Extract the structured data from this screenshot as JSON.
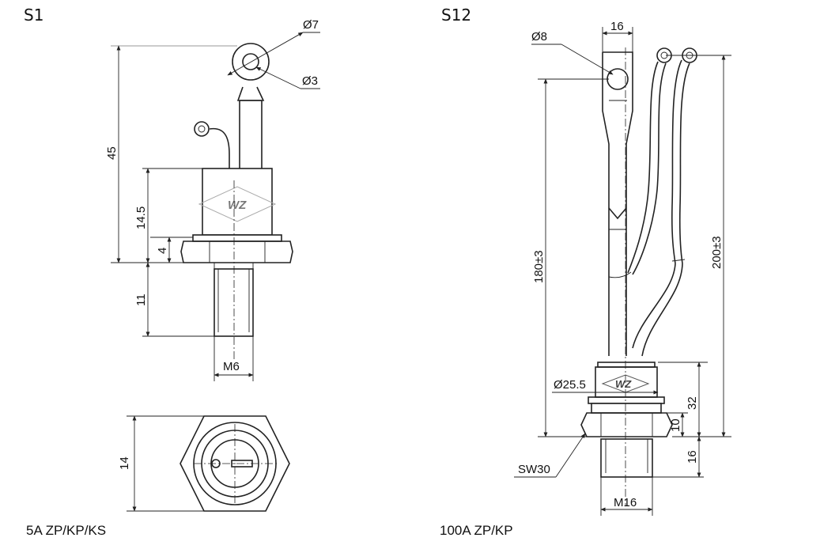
{
  "s1": {
    "title": "S1",
    "caption": "5A  ZP/KP/KS",
    "dims": {
      "hole_outer": "Ø7",
      "hole_inner": "Ø3",
      "total_height": "45",
      "body_height": "14.5",
      "nut_height": "4",
      "thread_length": "11",
      "thread": "M6",
      "hex_width": "14"
    },
    "logo": "WZ"
  },
  "s12": {
    "title": "S12",
    "caption": "100A  ZP/KP",
    "dims": {
      "terminal_width": "16",
      "hole": "Ø8",
      "main_lead_length": "180±3",
      "gate_lead_length": "200±3",
      "body_diameter": "Ø25.5",
      "body_height": "32",
      "nut_height": "10",
      "thread_length": "16",
      "hex_size": "SW30",
      "thread": "M16"
    },
    "logo": "WZ"
  }
}
